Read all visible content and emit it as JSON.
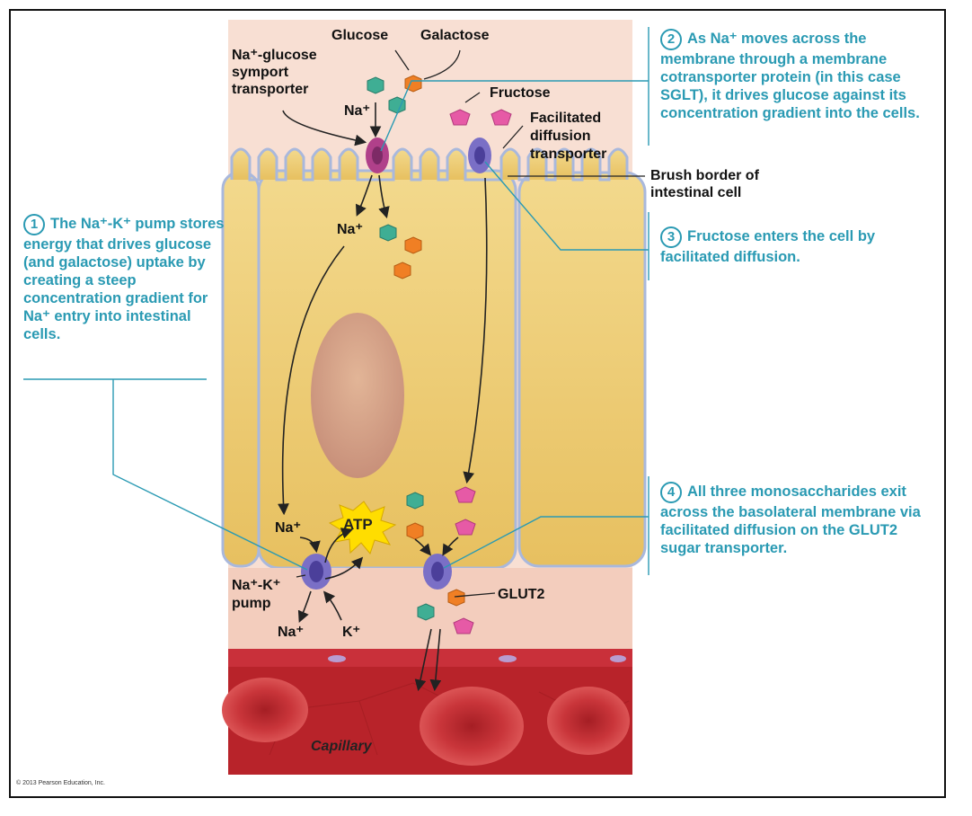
{
  "labels": {
    "glucose": "Glucose",
    "galactose": "Galactose",
    "symport_line1": "Na⁺-glucose",
    "symport_line2": "symport",
    "symport_line3": "transporter",
    "na_top": "Na⁺",
    "fructose": "Fructose",
    "fac_line1": "Facilitated",
    "fac_line2": "diffusion",
    "fac_line3": "transporter",
    "brush_line1": "Brush border of",
    "brush_line2": "intestinal cell",
    "na_inside": "Na⁺",
    "na_bottom": "Na⁺",
    "atp": "ATP",
    "pump_line1": "Na⁺-K⁺",
    "pump_line2": "pump",
    "na_out": "Na⁺",
    "k_in": "K⁺",
    "glut2": "GLUT2",
    "capillary": "Capillary",
    "copyright": "© 2013 Pearson Education, Inc."
  },
  "annotations": [
    {
      "num": "1",
      "text": "The Na⁺-K⁺ pump stores energy that drives glucose (and galactose) uptake by creating a steep concentration gradient for Na⁺ entry into intestinal cells."
    },
    {
      "num": "2",
      "text": "As Na⁺ moves across the membrane through a membrane cotransporter protein (in this case SGLT), it drives glucose against its concentration gradient into the cells."
    },
    {
      "num": "3",
      "text": "Fructose enters the cell by facilitated diffusion."
    },
    {
      "num": "4",
      "text": "All three monosaccharides exit across the basolateral membrane via facilitated diffusion on the GLUT2 sugar transporter."
    }
  ],
  "colors": {
    "annotation_teal": "#2a9ab3",
    "glucose_green": "#3fae94",
    "galactose_orange": "#f07f24",
    "fructose_pink": "#e65aa6",
    "transporter_purple": "#7a6fc6",
    "symport_magenta": "#b0408a",
    "cytoplasm": "#ecc76a",
    "blood": "#b8232a"
  }
}
